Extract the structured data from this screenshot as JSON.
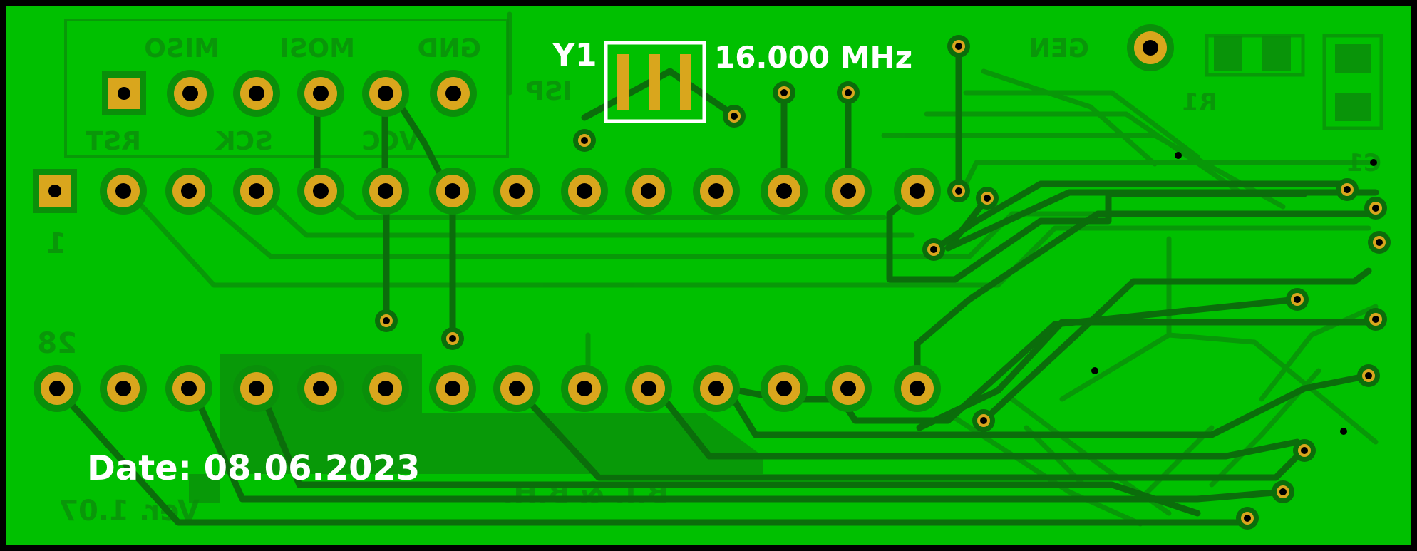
{
  "board": {
    "colors": {
      "copper_fill": "#00c000",
      "trace": "#0a8f0a",
      "trace_dark": "#0b6d0b",
      "pad": "#d9a61d",
      "drill": "#000000",
      "silk_top": "#ffffff",
      "silk_bottom": "#0c8a0c",
      "outline": "#000000"
    },
    "top_silk": {
      "crystal_ref": "Y1",
      "crystal_value": "16.000 MHz",
      "date": "Date: 08.06.2023"
    },
    "bottom_silk": {
      "isp_pins": [
        "GND",
        "MOSI",
        "MISO",
        "VCC",
        "SCK",
        "RST"
      ],
      "isp_label": "ISP",
      "pin1": "1",
      "pin28": "28",
      "gen": "GEN",
      "r1": "R1",
      "c1": "C1",
      "version": "Ver. 1.07",
      "author": "B.I. & B.H."
    },
    "icons": {
      "pad": "round-pad-icon",
      "square_pad": "square-pad-icon",
      "via": "via-icon"
    }
  }
}
